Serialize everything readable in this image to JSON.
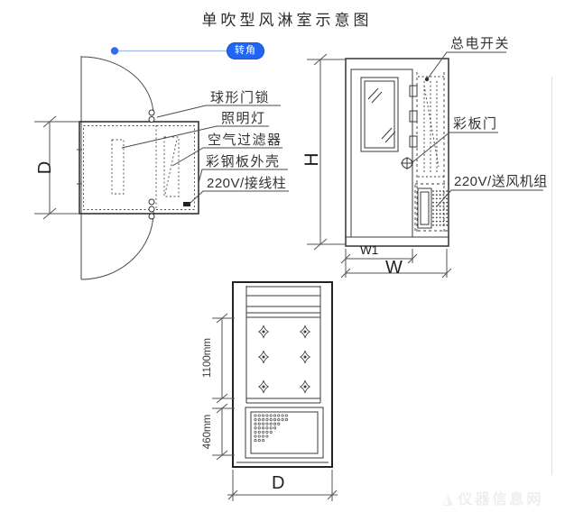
{
  "title": "单吹型风淋室示意图",
  "callout_badge": {
    "label": "转角"
  },
  "plan_view": {
    "labels": [
      {
        "text": "球形门锁"
      },
      {
        "text": "照明灯"
      },
      {
        "text": "空气过滤器"
      },
      {
        "text": "彩钢板外壳"
      },
      {
        "text": "220V/接线柱"
      }
    ],
    "depth_dimension": "D"
  },
  "front_view": {
    "labels": [
      {
        "text": "总电开关"
      },
      {
        "text": "彩板门"
      },
      {
        "text": "220V/送风机组"
      }
    ],
    "height_dimension": "H",
    "door_width_dimension": "W1",
    "width_dimension": "W"
  },
  "interior_view": {
    "nozzle_section_dimension": "1100mm",
    "blower_section_dimension": "460mm",
    "width_dimension": "D"
  },
  "watermark": "仪器信息网",
  "colors": {
    "accent_blue": "#2166f0",
    "line_dark": "#3a3a3a",
    "text": "#2e2e2e"
  }
}
